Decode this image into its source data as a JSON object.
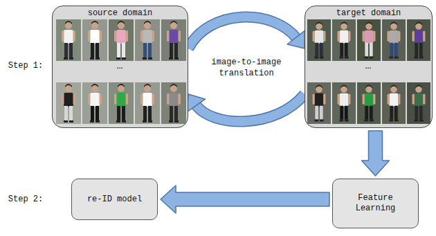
{
  "diagram": {
    "nodes": [
      {
        "text": [
          "source domain"
        ]
      },
      {
        "text": [
          "target domain"
        ]
      },
      {
        "text": [
          "Feature Learning"
        ]
      },
      {
        "text": [
          "re-ID model"
        ]
      }
    ],
    "edges": [
      {
        "from": 0,
        "to": 1,
        "arrow": "to"
      },
      {
        "from": 1,
        "to": 0,
        "arrow": "to"
      },
      {
        "from": 1,
        "to": 2,
        "arrow": "to"
      },
      {
        "from": 2,
        "to": 3,
        "arrow": "to"
      }
    ],
    "labels": [
      "Step 1:",
      "image-to-image translation",
      "…",
      "…",
      "Step 2:"
    ]
  }
}
